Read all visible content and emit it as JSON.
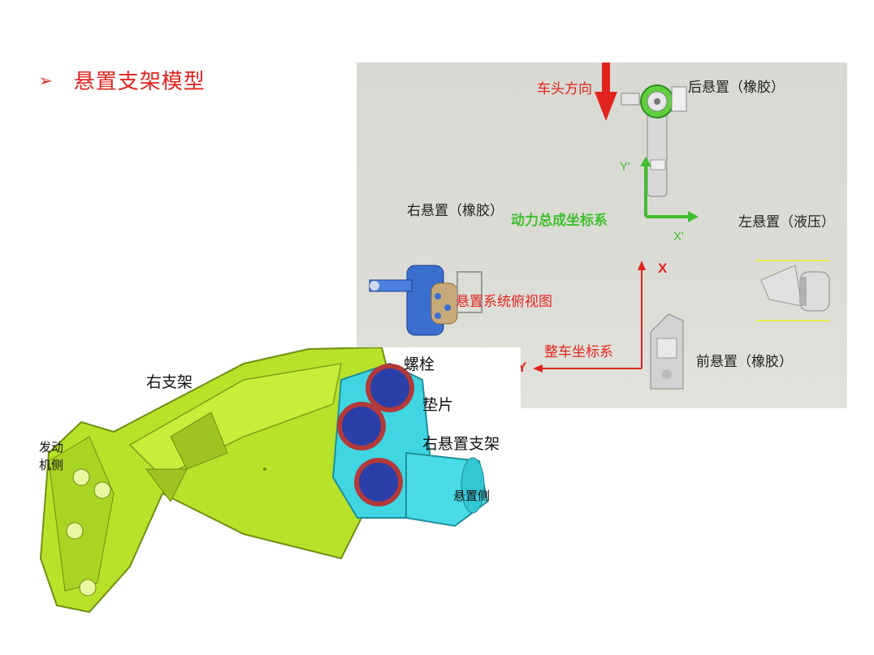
{
  "slide": {
    "bullet_glyph": "➢",
    "title": "悬置支架模型"
  },
  "top_view": {
    "labels": {
      "vehicle_front": "车头方向",
      "rear_mount": "后悬置（橡胶）",
      "right_mount": "右悬置（橡胶）",
      "powertrain_cs": "动力总成坐标系",
      "left_mount": "左悬置（液压）",
      "y_prime": "Y'",
      "x_prime": "X'",
      "x_axis": "X",
      "y_axis": "Y",
      "system_top_view": "悬置系统俯视图",
      "vehicle_cs": "整车坐标系",
      "front_mount": "前悬置（橡胶）"
    },
    "colors": {
      "red": "#e0251f",
      "green": "#3fbf2f"
    }
  },
  "bracket": {
    "labels": {
      "bolt": "螺栓",
      "washer": "垫片",
      "right_bracket": "右支架",
      "right_mount_bracket": "右悬置支架",
      "engine_side_line1": "发动",
      "engine_side_line2": "机侧",
      "mount_side": "悬置侧"
    },
    "colors": {
      "bracket_green": "#b6e32a",
      "mount_cyan": "#3fd6e2",
      "bolt_blue": "#2b3fa8",
      "washer_red": "#b23a3a"
    }
  }
}
